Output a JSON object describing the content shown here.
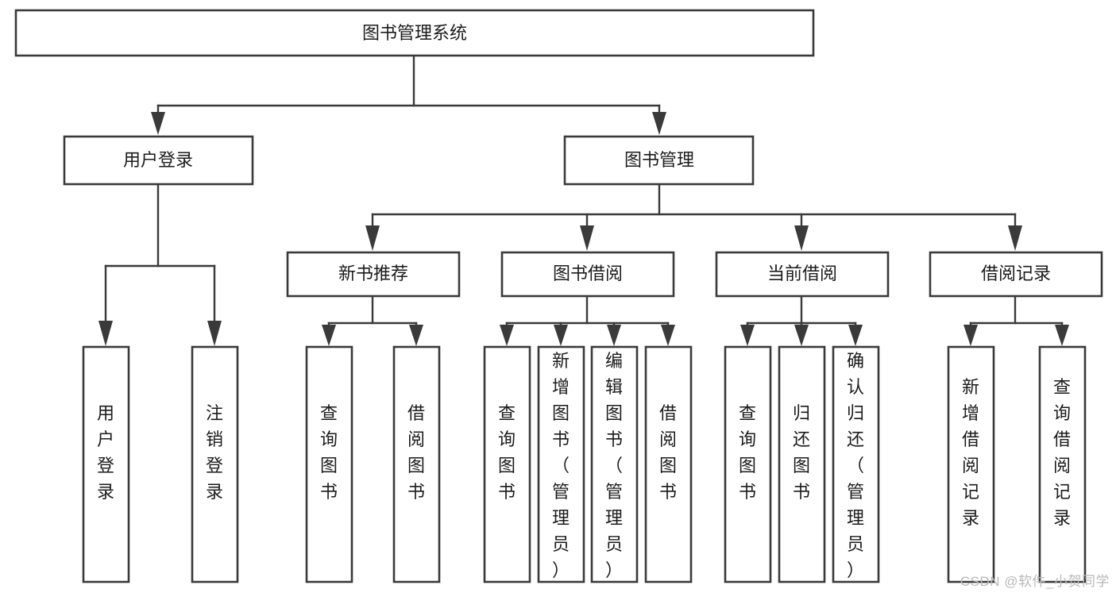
{
  "diagram": {
    "type": "tree",
    "title": "图书管理系统",
    "watermark": "CSDN @软件_小贺同学",
    "colors": {
      "stroke": "#3a3a3a",
      "fill": "#ffffff",
      "text": "#1b1b1b",
      "watermark": "#b9b9b9"
    },
    "levels": {
      "root": {
        "label": "图书管理系统",
        "orientation": "horizontal"
      },
      "level2": [
        {
          "label": "用户登录",
          "orientation": "horizontal"
        },
        {
          "label": "图书管理",
          "orientation": "horizontal"
        }
      ],
      "level3": [
        {
          "label": "新书推荐",
          "orientation": "horizontal"
        },
        {
          "label": "图书借阅",
          "orientation": "horizontal"
        },
        {
          "label": "当前借阅",
          "orientation": "horizontal"
        },
        {
          "label": "借阅记录",
          "orientation": "horizontal"
        }
      ],
      "leaves": [
        {
          "label": "用户登录",
          "orientation": "vertical",
          "parent": "用户登录"
        },
        {
          "label": "注销登录",
          "orientation": "vertical",
          "parent": "用户登录"
        },
        {
          "label": "查询图书",
          "orientation": "vertical",
          "parent": "新书推荐"
        },
        {
          "label": "借阅图书",
          "orientation": "vertical",
          "parent": "新书推荐"
        },
        {
          "label": "查询图书",
          "orientation": "vertical",
          "parent": "图书借阅"
        },
        {
          "label": "新增图书（管理员）",
          "orientation": "vertical",
          "parent": "图书借阅"
        },
        {
          "label": "编辑图书（管理员）",
          "orientation": "vertical",
          "parent": "图书借阅"
        },
        {
          "label": "借阅图书",
          "orientation": "vertical",
          "parent": "图书借阅"
        },
        {
          "label": "查询图书",
          "orientation": "vertical",
          "parent": "当前借阅"
        },
        {
          "label": "归还图书",
          "orientation": "vertical",
          "parent": "当前借阅"
        },
        {
          "label": "确认归还（管理员）",
          "orientation": "vertical",
          "parent": "当前借阅"
        },
        {
          "label": "新增借阅记录",
          "orientation": "vertical",
          "parent": "借阅记录"
        },
        {
          "label": "查询借阅记录",
          "orientation": "vertical",
          "parent": "借阅记录"
        }
      ]
    }
  }
}
